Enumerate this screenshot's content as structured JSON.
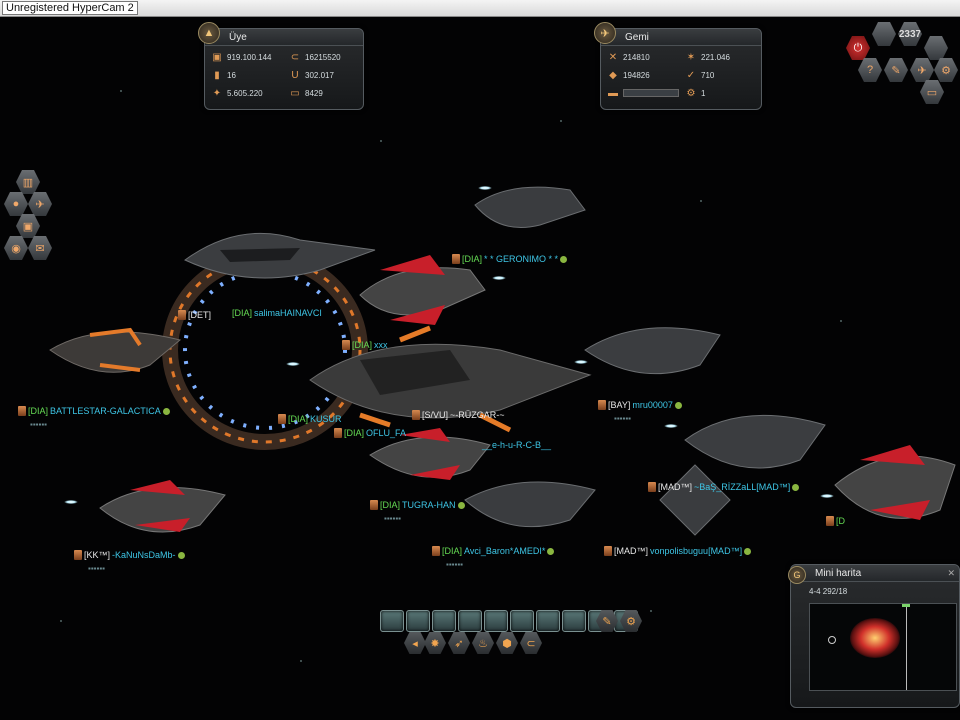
{
  "watermark": "Unregistered HyperCam 2",
  "stats_panel": {
    "title": "Üye",
    "values": [
      "919.100.144",
      "16215520",
      "16",
      "302.017",
      "5.605.220",
      "8429"
    ]
  },
  "ship_panel": {
    "title": "Gemi",
    "values": [
      "214810",
      "221.046",
      "194826",
      "710",
      "1"
    ]
  },
  "clock": "2337",
  "players": [
    {
      "clan": "[DIA]",
      "name": " * * GERONIMO * *"
    },
    {
      "clan": "[DET]",
      "name": ""
    },
    {
      "clan": "[DIA]",
      "name": "salimaHAINAVCI"
    },
    {
      "clan": "[DIA]",
      "name": "xxx"
    },
    {
      "clan": "[DIA]",
      "name": "BATTLESTAR-GALACTICA"
    },
    {
      "clan": "[DIA]",
      "name": "KUSUR"
    },
    {
      "clan": "[DIA]",
      "name": "OFLU_FA"
    },
    {
      "clan": "[S/VU]",
      "name": " ~-RÜZGAR-~"
    },
    {
      "clan": "[BAY]",
      "name": "mru00007"
    },
    {
      "clan": "",
      "name": "__e-h-u-R-C-B__"
    },
    {
      "clan": "[MAD™]",
      "name": "~BaŞ_RİZZaLL[MAD™]"
    },
    {
      "clan": "[DIA]",
      "name": "TUGRA-HAN"
    },
    {
      "clan": "[KK™]",
      "name": "-KaNuNsDaMb-"
    },
    {
      "clan": "[DIA]",
      "name": "Avci_Baron*AMEDI*"
    },
    {
      "clan": "[MAD™]",
      "name": "vonpolisbuguu[MAD™]"
    },
    {
      "clan": "[D",
      "name": ""
    }
  ],
  "minimap": {
    "title": "Mini harita",
    "coords": "4-4  292/18"
  },
  "action_bar": {
    "slots": 10,
    "tools": [
      "spark-icon",
      "rocket-icon",
      "flame-icon",
      "shield-icon",
      "jump-icon"
    ]
  },
  "colors": {
    "clan": "#66dd55",
    "name": "#3ec6e6",
    "accent": "#f0a86a"
  }
}
